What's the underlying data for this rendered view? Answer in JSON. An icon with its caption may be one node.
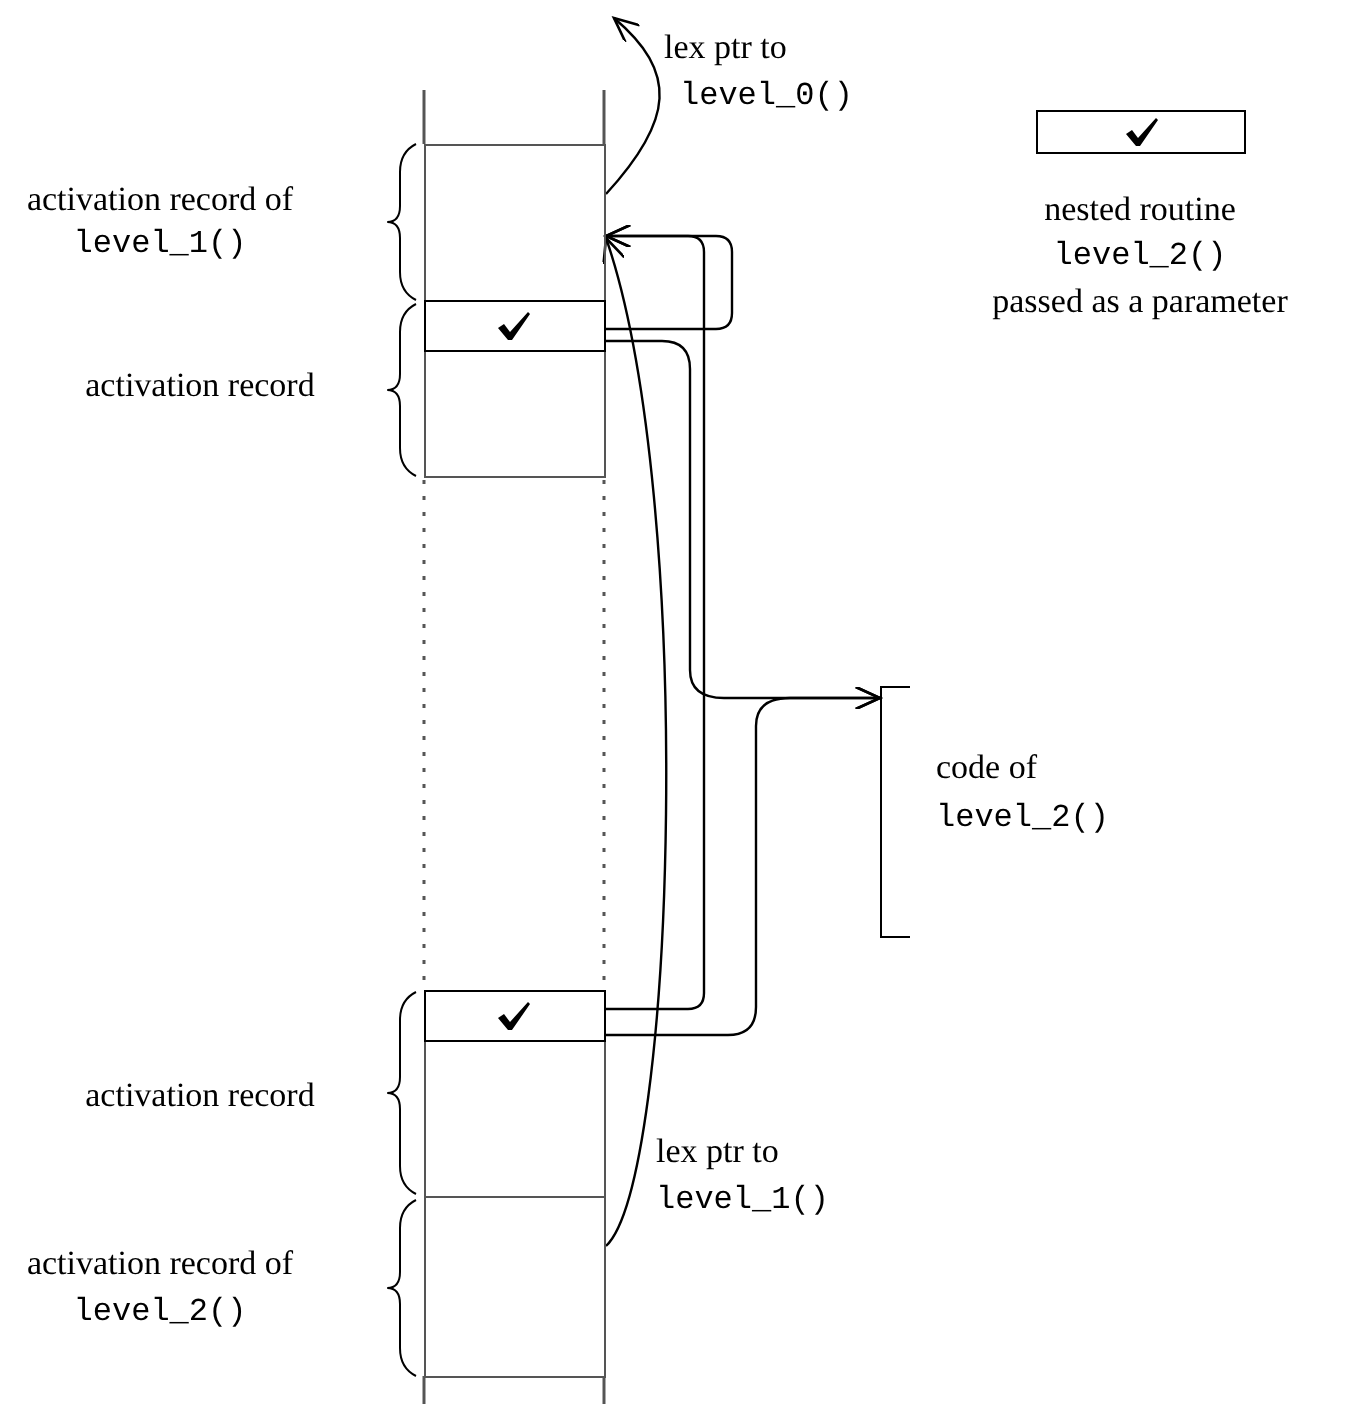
{
  "diagram": {
    "nodes": [
      {
        "text": [],
        "shape": "box",
        "beside": [
          "activation record of",
          "level_1()"
        ]
      },
      {
        "text": [],
        "shape": "box",
        "beside": [
          "activation record"
        ]
      },
      {
        "text": [],
        "shape": "box",
        "in": 1
      },
      {
        "text": [],
        "shape": "box",
        "beside": [
          "activation record"
        ]
      },
      {
        "text": [],
        "shape": "box",
        "in": 3
      },
      {
        "text": [],
        "shape": "box",
        "beside": [
          "activation record of",
          "level_2()"
        ]
      },
      {
        "text": [
          "code of",
          "level_2()"
        ]
      },
      {
        "text": [],
        "shape": "box",
        "beside": [
          "nested routine",
          "level_2()",
          "passed as a parameter"
        ]
      }
    ],
    "edges": [
      {
        "from": 0,
        "to": null,
        "arrow": "to"
      },
      {
        "from": 2,
        "to": 0,
        "arrow": "to"
      },
      {
        "from": 2,
        "to": 6,
        "arrow": "to"
      },
      {
        "from": 4,
        "to": 0,
        "arrow": "to"
      },
      {
        "from": 4,
        "to": 6,
        "arrow": "to"
      },
      {
        "from": 5,
        "to": 0,
        "arrow": "to"
      }
    ],
    "labels": [
      "lex ptr to",
      "level_0()",
      "lex ptr to",
      "level_1()"
    ]
  }
}
